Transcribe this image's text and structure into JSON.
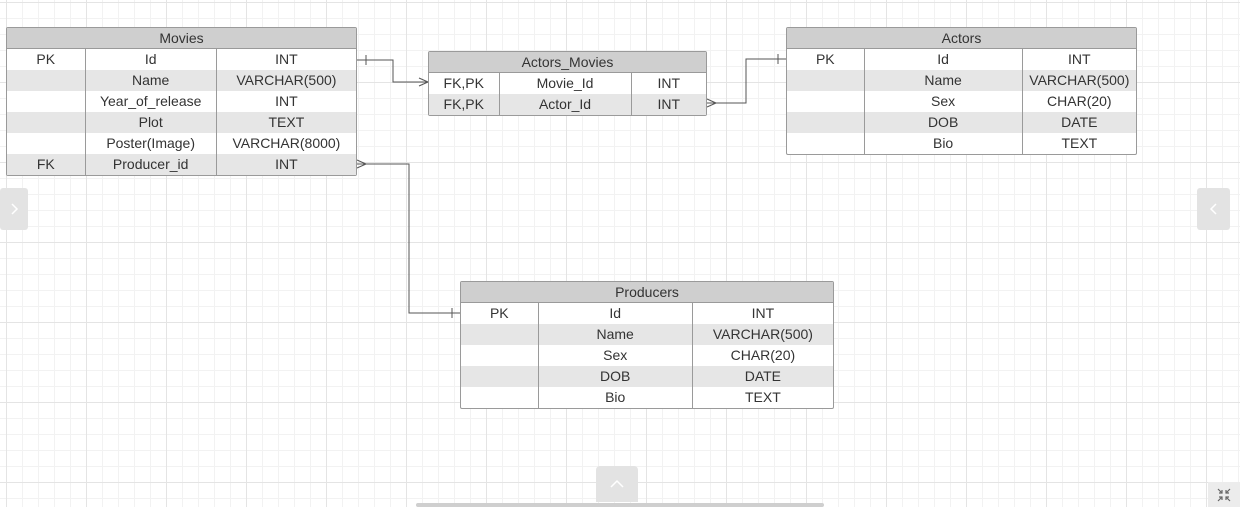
{
  "entities": {
    "movies": {
      "title": "Movies",
      "rows": [
        [
          "PK",
          "Id",
          "INT"
        ],
        [
          "",
          "Name",
          "VARCHAR(500)"
        ],
        [
          "",
          "Year_of_release",
          "INT"
        ],
        [
          "",
          "Plot",
          "TEXT"
        ],
        [
          "",
          "Poster(Image)",
          "VARCHAR(8000)"
        ],
        [
          "FK",
          "Producer_id",
          "INT"
        ]
      ]
    },
    "actors_movies": {
      "title": "Actors_Movies",
      "rows": [
        [
          "FK,PK",
          "Movie_Id",
          "INT"
        ],
        [
          "FK,PK",
          "Actor_Id",
          "INT"
        ]
      ]
    },
    "actors": {
      "title": "Actors",
      "rows": [
        [
          "PK",
          "Id",
          "INT"
        ],
        [
          "",
          "Name",
          "VARCHAR(500)"
        ],
        [
          "",
          "Sex",
          "CHAR(20)"
        ],
        [
          "",
          "DOB",
          "DATE"
        ],
        [
          "",
          "Bio",
          "TEXT"
        ]
      ]
    },
    "producers": {
      "title": "Producers",
      "rows": [
        [
          "PK",
          "Id",
          "INT"
        ],
        [
          "",
          "Name",
          "VARCHAR(500)"
        ],
        [
          "",
          "Sex",
          "CHAR(20)"
        ],
        [
          "",
          "DOB",
          "DATE"
        ],
        [
          "",
          "Bio",
          "TEXT"
        ]
      ]
    }
  },
  "relationships": [
    {
      "from": "movies.Id",
      "to": "actors_movies.Movie_Id",
      "cardinality": "one-to-many"
    },
    {
      "from": "actors.Id",
      "to": "actors_movies.Actor_Id",
      "cardinality": "one-to-many"
    },
    {
      "from": "producers.Id",
      "to": "movies.Producer_id",
      "cardinality": "one-to-many"
    }
  ],
  "icons": {
    "left_tab": "chevron-right-icon",
    "right_tab": "chevron-left-icon",
    "bottom_tab": "chevron-up-icon",
    "corner": "collapse-icon"
  }
}
